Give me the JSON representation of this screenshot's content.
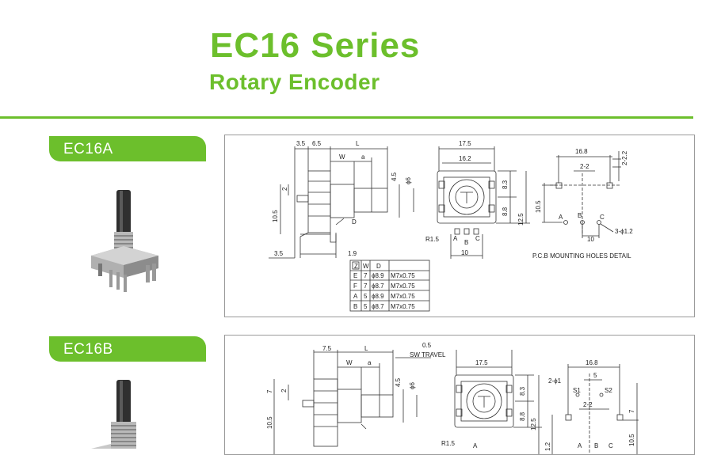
{
  "header": {
    "title": "EC16 Series",
    "subtitle": "Rotary Encoder"
  },
  "colors": {
    "accent": "#6cbf2c",
    "line": "#333333",
    "body_dark": "#555555"
  },
  "section_a": {
    "tag": "EC16A",
    "side_dims": {
      "d1": "3.5",
      "d2": "6.5",
      "l": "L",
      "w": "W",
      "a": "a",
      "h1": "4.5",
      "phi": "ϕ6",
      "two": "2",
      "h2": "10.5",
      "d_label": "D",
      "b1": "3.5",
      "b2": "1.9"
    },
    "front_dims": {
      "w1": "17.5",
      "w2": "16.2",
      "h1": "8.3",
      "h2": "8.8",
      "h3": "12.5",
      "r": "R1.5",
      "pa": "A",
      "pb": "B",
      "pc": "C",
      "b": "10"
    },
    "pcb_dims": {
      "w": "16.8",
      "s": "2-2",
      "s2": "2-2.2",
      "h": "10.5",
      "pa": "A",
      "pb": "B",
      "pc": "C",
      "p": "10",
      "holes": "3-ϕ1.2"
    },
    "pcb_caption": "P.C.B MOUNTING HOLES DETAIL",
    "table_headers": [
      "Z",
      "W",
      "D"
    ],
    "table_rows": [
      [
        "E",
        "7",
        "ϕ8.9",
        "M7x0.75"
      ],
      [
        "F",
        "7",
        "ϕ8.7",
        "M7x0.75"
      ],
      [
        "A",
        "5",
        "ϕ8.9",
        "M7x0.75"
      ],
      [
        "B",
        "5",
        "ϕ8.7",
        "M7x0.75"
      ]
    ]
  },
  "section_b": {
    "tag": "EC16B",
    "side_dims": {
      "d1": "7.5",
      "l": "L",
      "w": "W",
      "a": "a",
      "h1": "4.5",
      "phi": "ϕ6",
      "h7": "7",
      "two": "2",
      "h2": "10.5"
    },
    "travel": {
      "value": "0.5",
      "label": "SW TRAVEL"
    },
    "front_dims": {
      "w1": "17.5",
      "h1": "8.3",
      "h2": "8.8",
      "h3": "12.5",
      "r": "R1.5",
      "pa": "A"
    },
    "pcb_dims": {
      "w": "16.8",
      "five": "5",
      "hole": "2-ϕ1",
      "s1": "S1",
      "s2": "S2",
      "sp": "2-2",
      "seven": "7",
      "h": "10.5",
      "pa": "A",
      "pb": "B",
      "pc": "C",
      "one": "1.2"
    }
  }
}
